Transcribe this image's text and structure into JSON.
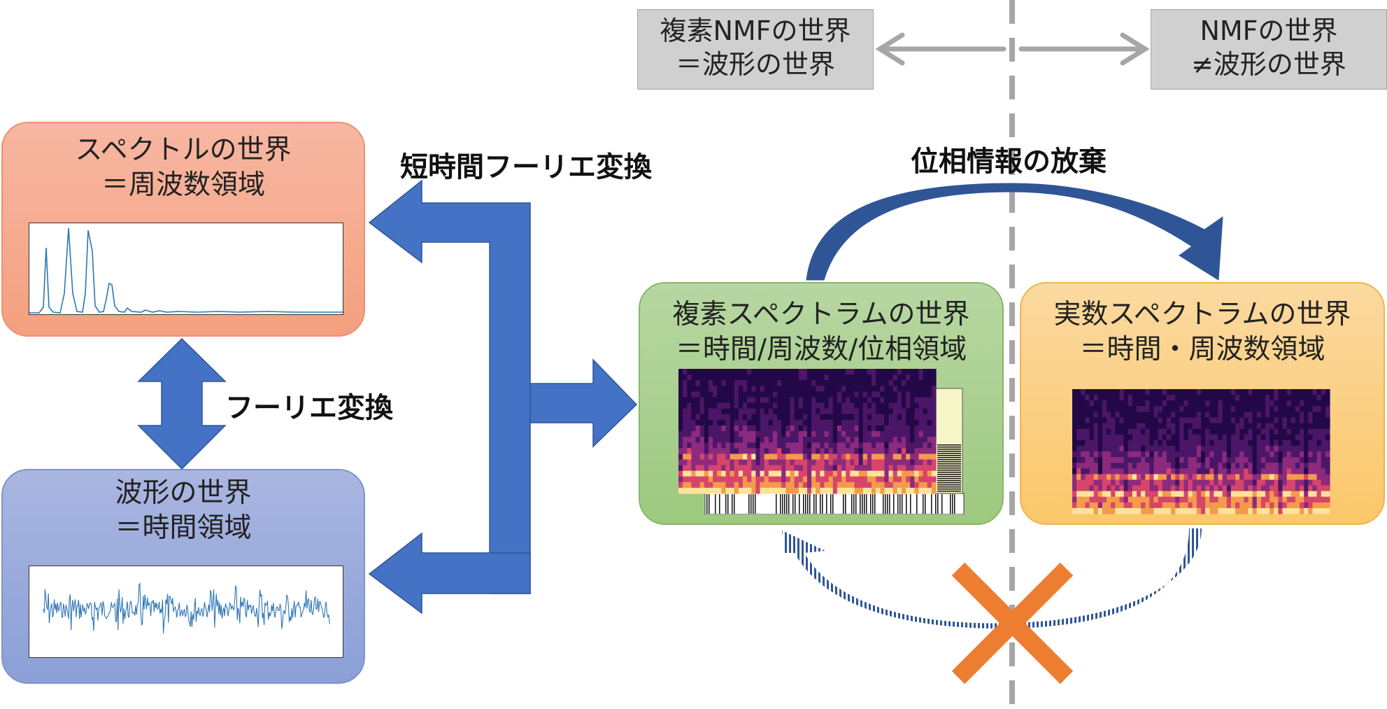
{
  "grey_boxes": {
    "left": {
      "line1": "複素NMFの世界",
      "line2": "＝波形の世界"
    },
    "right": {
      "line1": "NMFの世界",
      "line2": "≠波形の世界"
    }
  },
  "panels": {
    "spectrum": {
      "line1": "スペクトルの世界",
      "line2": "＝周波数領域"
    },
    "waveform": {
      "line1": "波形の世界",
      "line2": "＝時間領域"
    },
    "complex": {
      "line1": "複素スペクトラムの世界",
      "line2": "＝時間/周波数/位相領域"
    },
    "real": {
      "line1": "実数スペクトラムの世界",
      "line2": "＝時間・周波数領域"
    }
  },
  "labels": {
    "stft": "短時間フーリエ変換",
    "fourier": "フーリエ変換",
    "phase_discard": "位相情報の放棄"
  },
  "colors": {
    "arrow_blue": "#4472c4",
    "dark_blue": "#2f5597",
    "cross_orange": "#ed7d31",
    "dash_grey": "#a6a6a6",
    "grey_arrow": "#a6a6a6",
    "plot_line": "#2e75b6"
  }
}
